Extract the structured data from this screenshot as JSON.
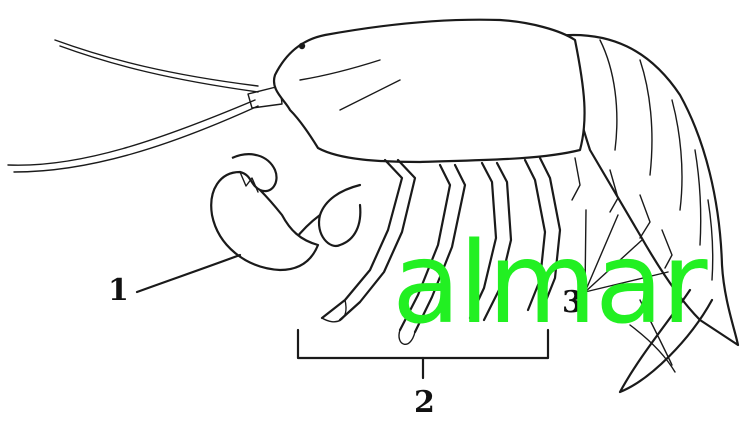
{
  "callouts": {
    "label_1": "1",
    "label_2": "2",
    "label_3": "3"
  },
  "watermark": {
    "text": "almar",
    "color": "#22f022"
  },
  "colors": {
    "line": "#1a1a1a",
    "background": "#ffffff"
  }
}
